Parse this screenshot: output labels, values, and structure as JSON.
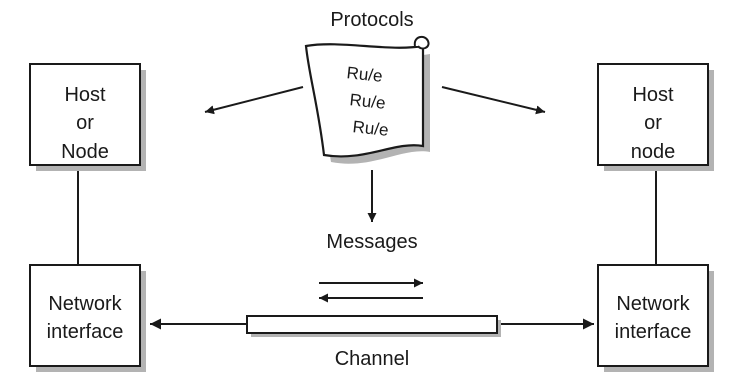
{
  "protocols": {
    "title": "Protocols",
    "rules": [
      "Ru/e",
      "Ru/e",
      "Ru/e"
    ]
  },
  "left_host": {
    "line1": "Host",
    "line2": "or",
    "line3": "Node"
  },
  "right_host": {
    "line1": "Host",
    "line2": "or",
    "line3": "node"
  },
  "left_nic": {
    "line1": "Network",
    "line2": "interface"
  },
  "right_nic": {
    "line1": "Network",
    "line2": "interface"
  },
  "messages_label": "Messages",
  "channel_label": "Channel",
  "colors": {
    "stroke": "#1a1a1a",
    "shadow": "#b3b3b3",
    "background": "#ffffff"
  }
}
